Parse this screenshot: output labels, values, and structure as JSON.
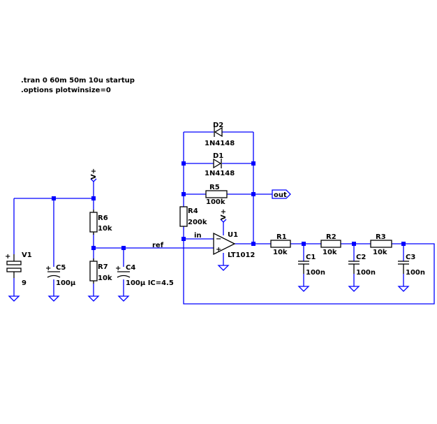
{
  "directives": {
    "tran": ".tran 0 60m 50m 10u startup",
    "options": ".options plotwinsize=0"
  },
  "components": {
    "V1": {
      "ref": "V1",
      "value": "9"
    },
    "C5": {
      "ref": "C5",
      "value": "100μ"
    },
    "R6": {
      "ref": "R6",
      "value": "10k"
    },
    "R7": {
      "ref": "R7",
      "value": "10k"
    },
    "C4": {
      "ref": "C4",
      "value": "100μ IC=4.5"
    },
    "R4": {
      "ref": "R4",
      "value": "200k"
    },
    "R5": {
      "ref": "R5",
      "value": "100k"
    },
    "D1": {
      "ref": "D1",
      "value": "1N4148"
    },
    "D2": {
      "ref": "D2",
      "value": "1N4148"
    },
    "U1": {
      "ref": "U1",
      "value": "LT1012"
    },
    "R1": {
      "ref": "R1",
      "value": "10k"
    },
    "R2": {
      "ref": "R2",
      "value": "10k"
    },
    "R3": {
      "ref": "R3",
      "value": "10k"
    },
    "C1": {
      "ref": "C1",
      "value": "100n"
    },
    "C2": {
      "ref": "C2",
      "value": "100n"
    },
    "C3": {
      "ref": "C3",
      "value": "100n"
    }
  },
  "nets": {
    "ref": "ref",
    "in": "in",
    "out": "out",
    "vplus_top": "V+",
    "vplus_opamp": "V+"
  },
  "pins": {
    "plus": "+",
    "minus": "−"
  }
}
